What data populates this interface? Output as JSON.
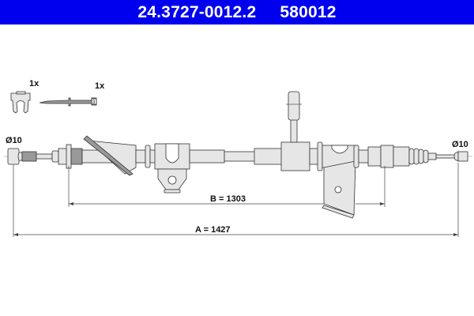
{
  "header": {
    "part_number": "24.3727-0012.2",
    "ref_number": "580012",
    "background_color": "#0000ee",
    "text_color": "#ffffff"
  },
  "accessories": [
    {
      "name": "cable-clip",
      "quantity_label": "1x"
    },
    {
      "name": "cable-tie",
      "quantity_label": "1x",
      "tag_text": "3"
    }
  ],
  "dimensions": {
    "left_diameter": "Ø10",
    "right_diameter": "Ø10",
    "b_label": "B = 1303",
    "a_label": "A = 1427"
  }
}
